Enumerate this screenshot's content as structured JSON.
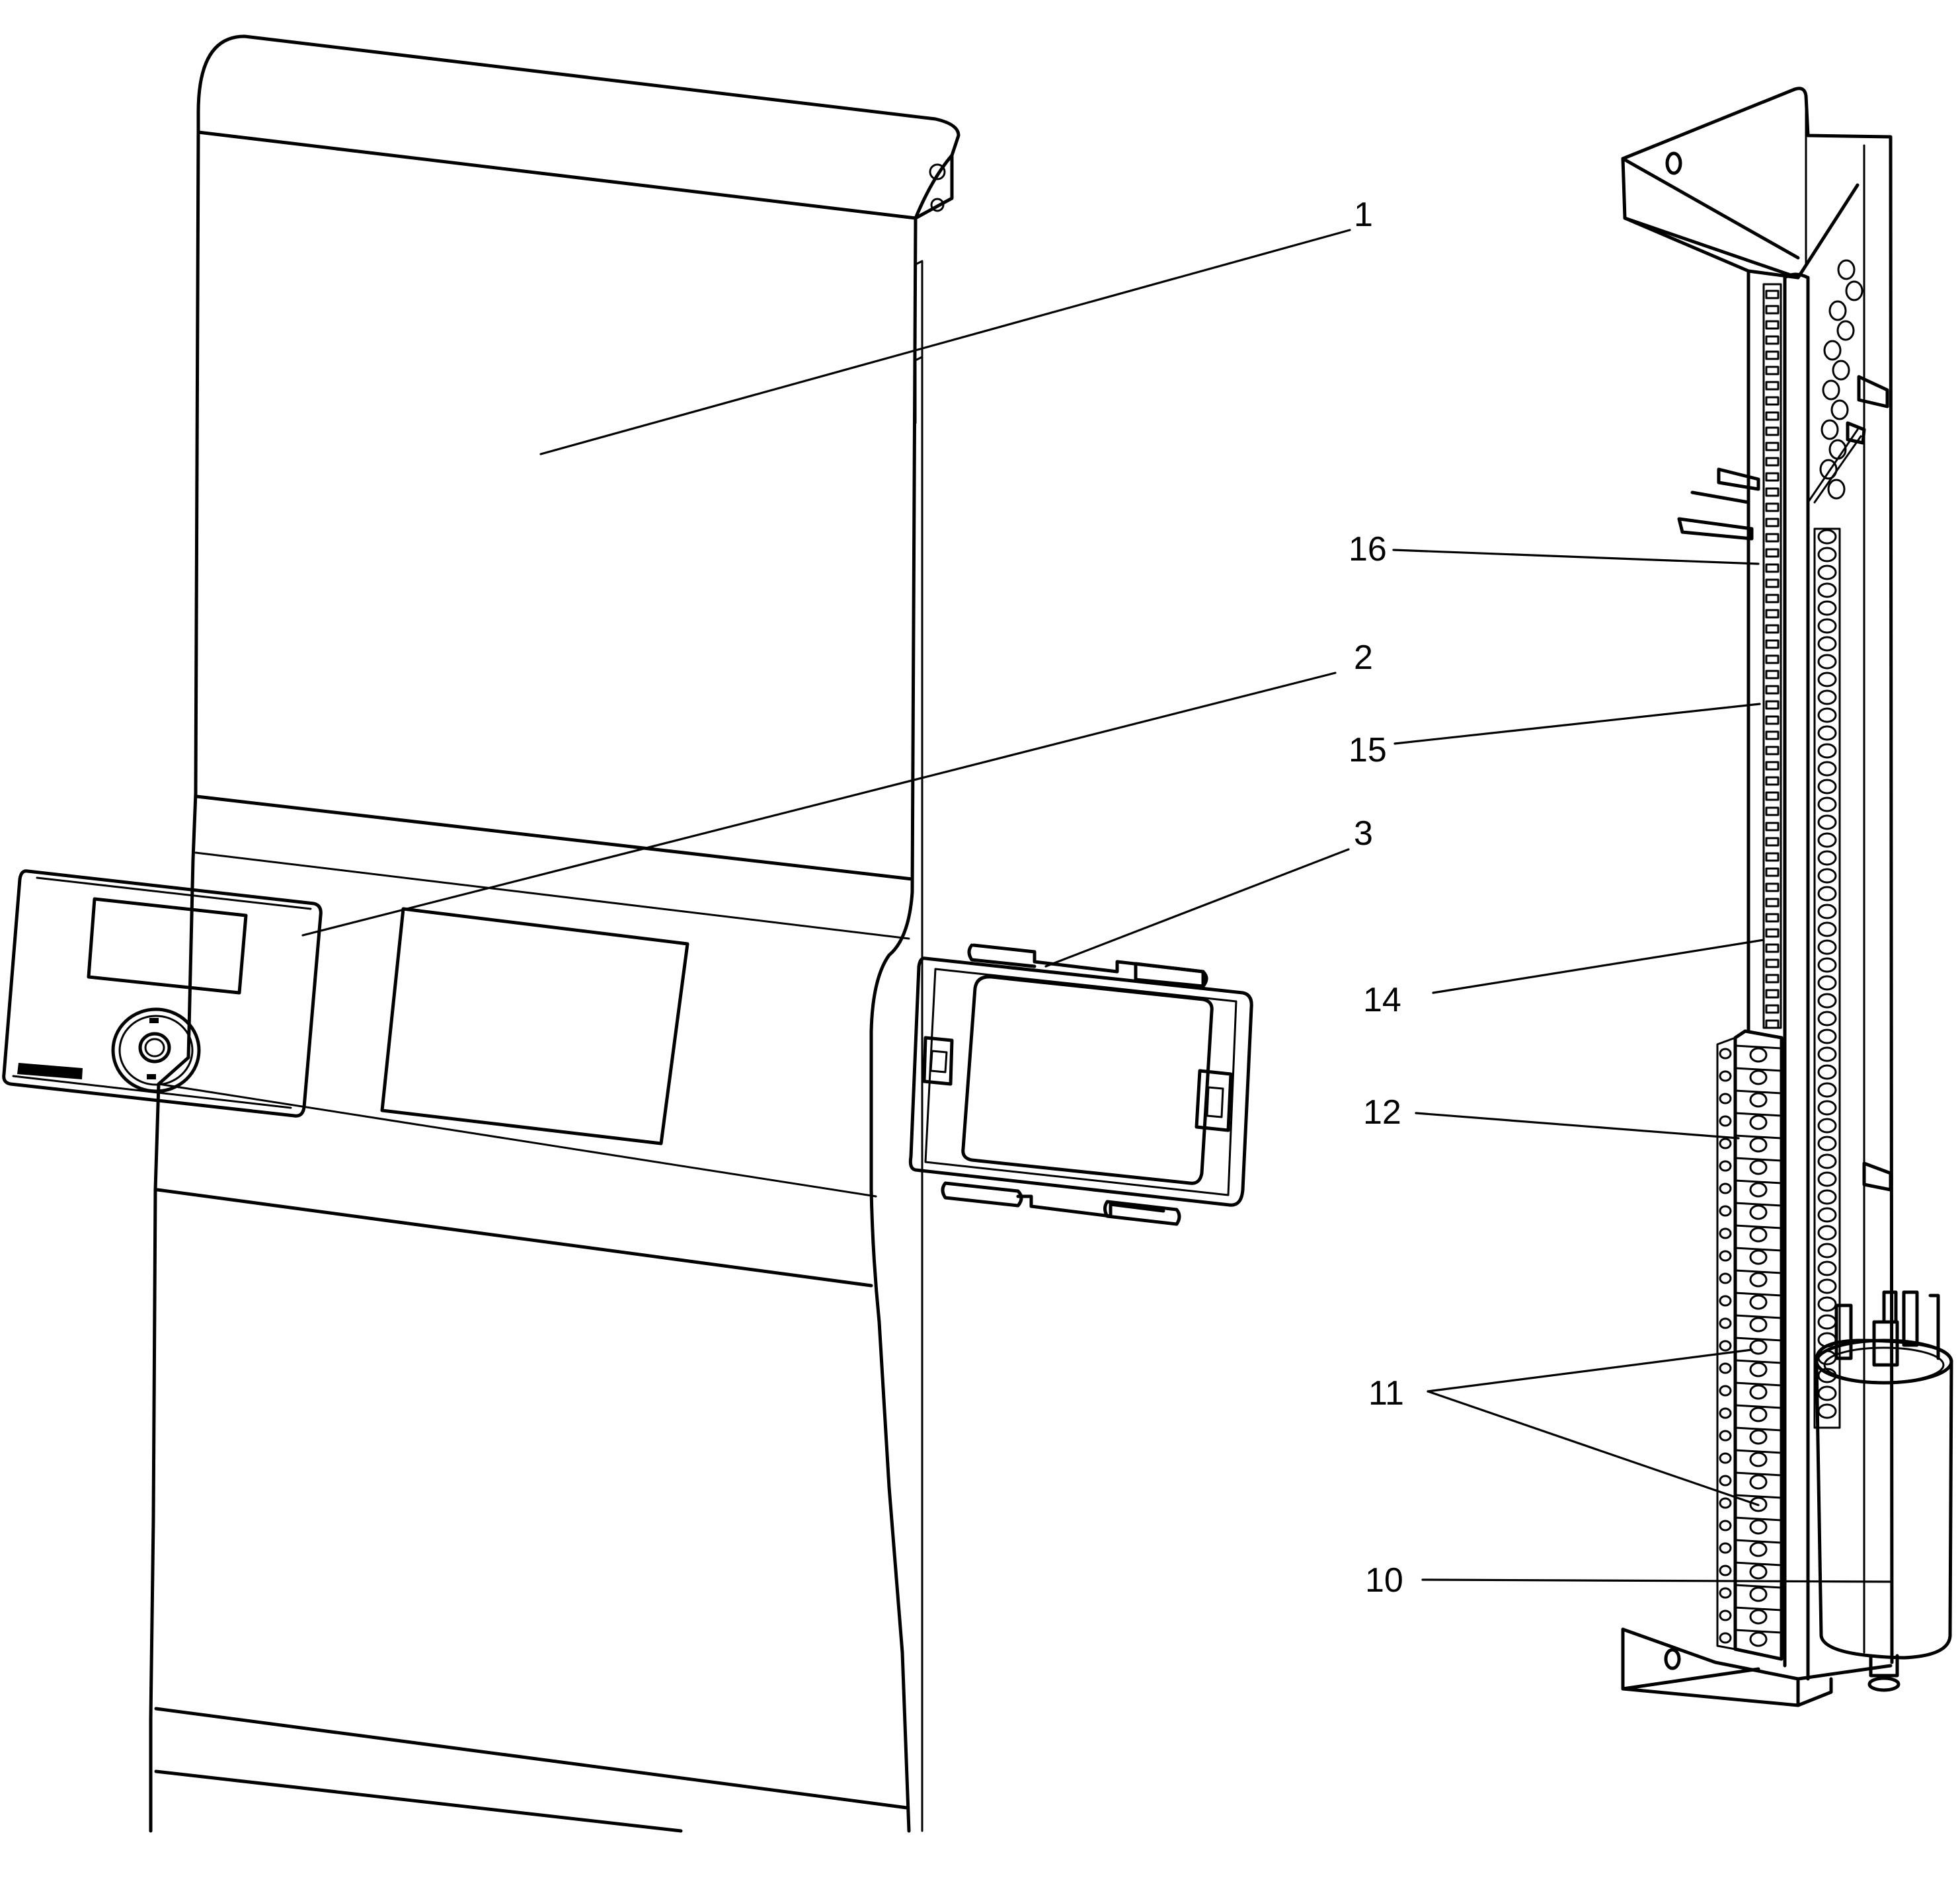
{
  "callouts": {
    "c1": "1",
    "c2": "2",
    "c3": "3",
    "c16": "16",
    "c15": "15",
    "c14": "14",
    "c12": "12",
    "c11": "11",
    "c10": "10"
  },
  "colors": {
    "line": "#000000",
    "background": "#ffffff"
  }
}
